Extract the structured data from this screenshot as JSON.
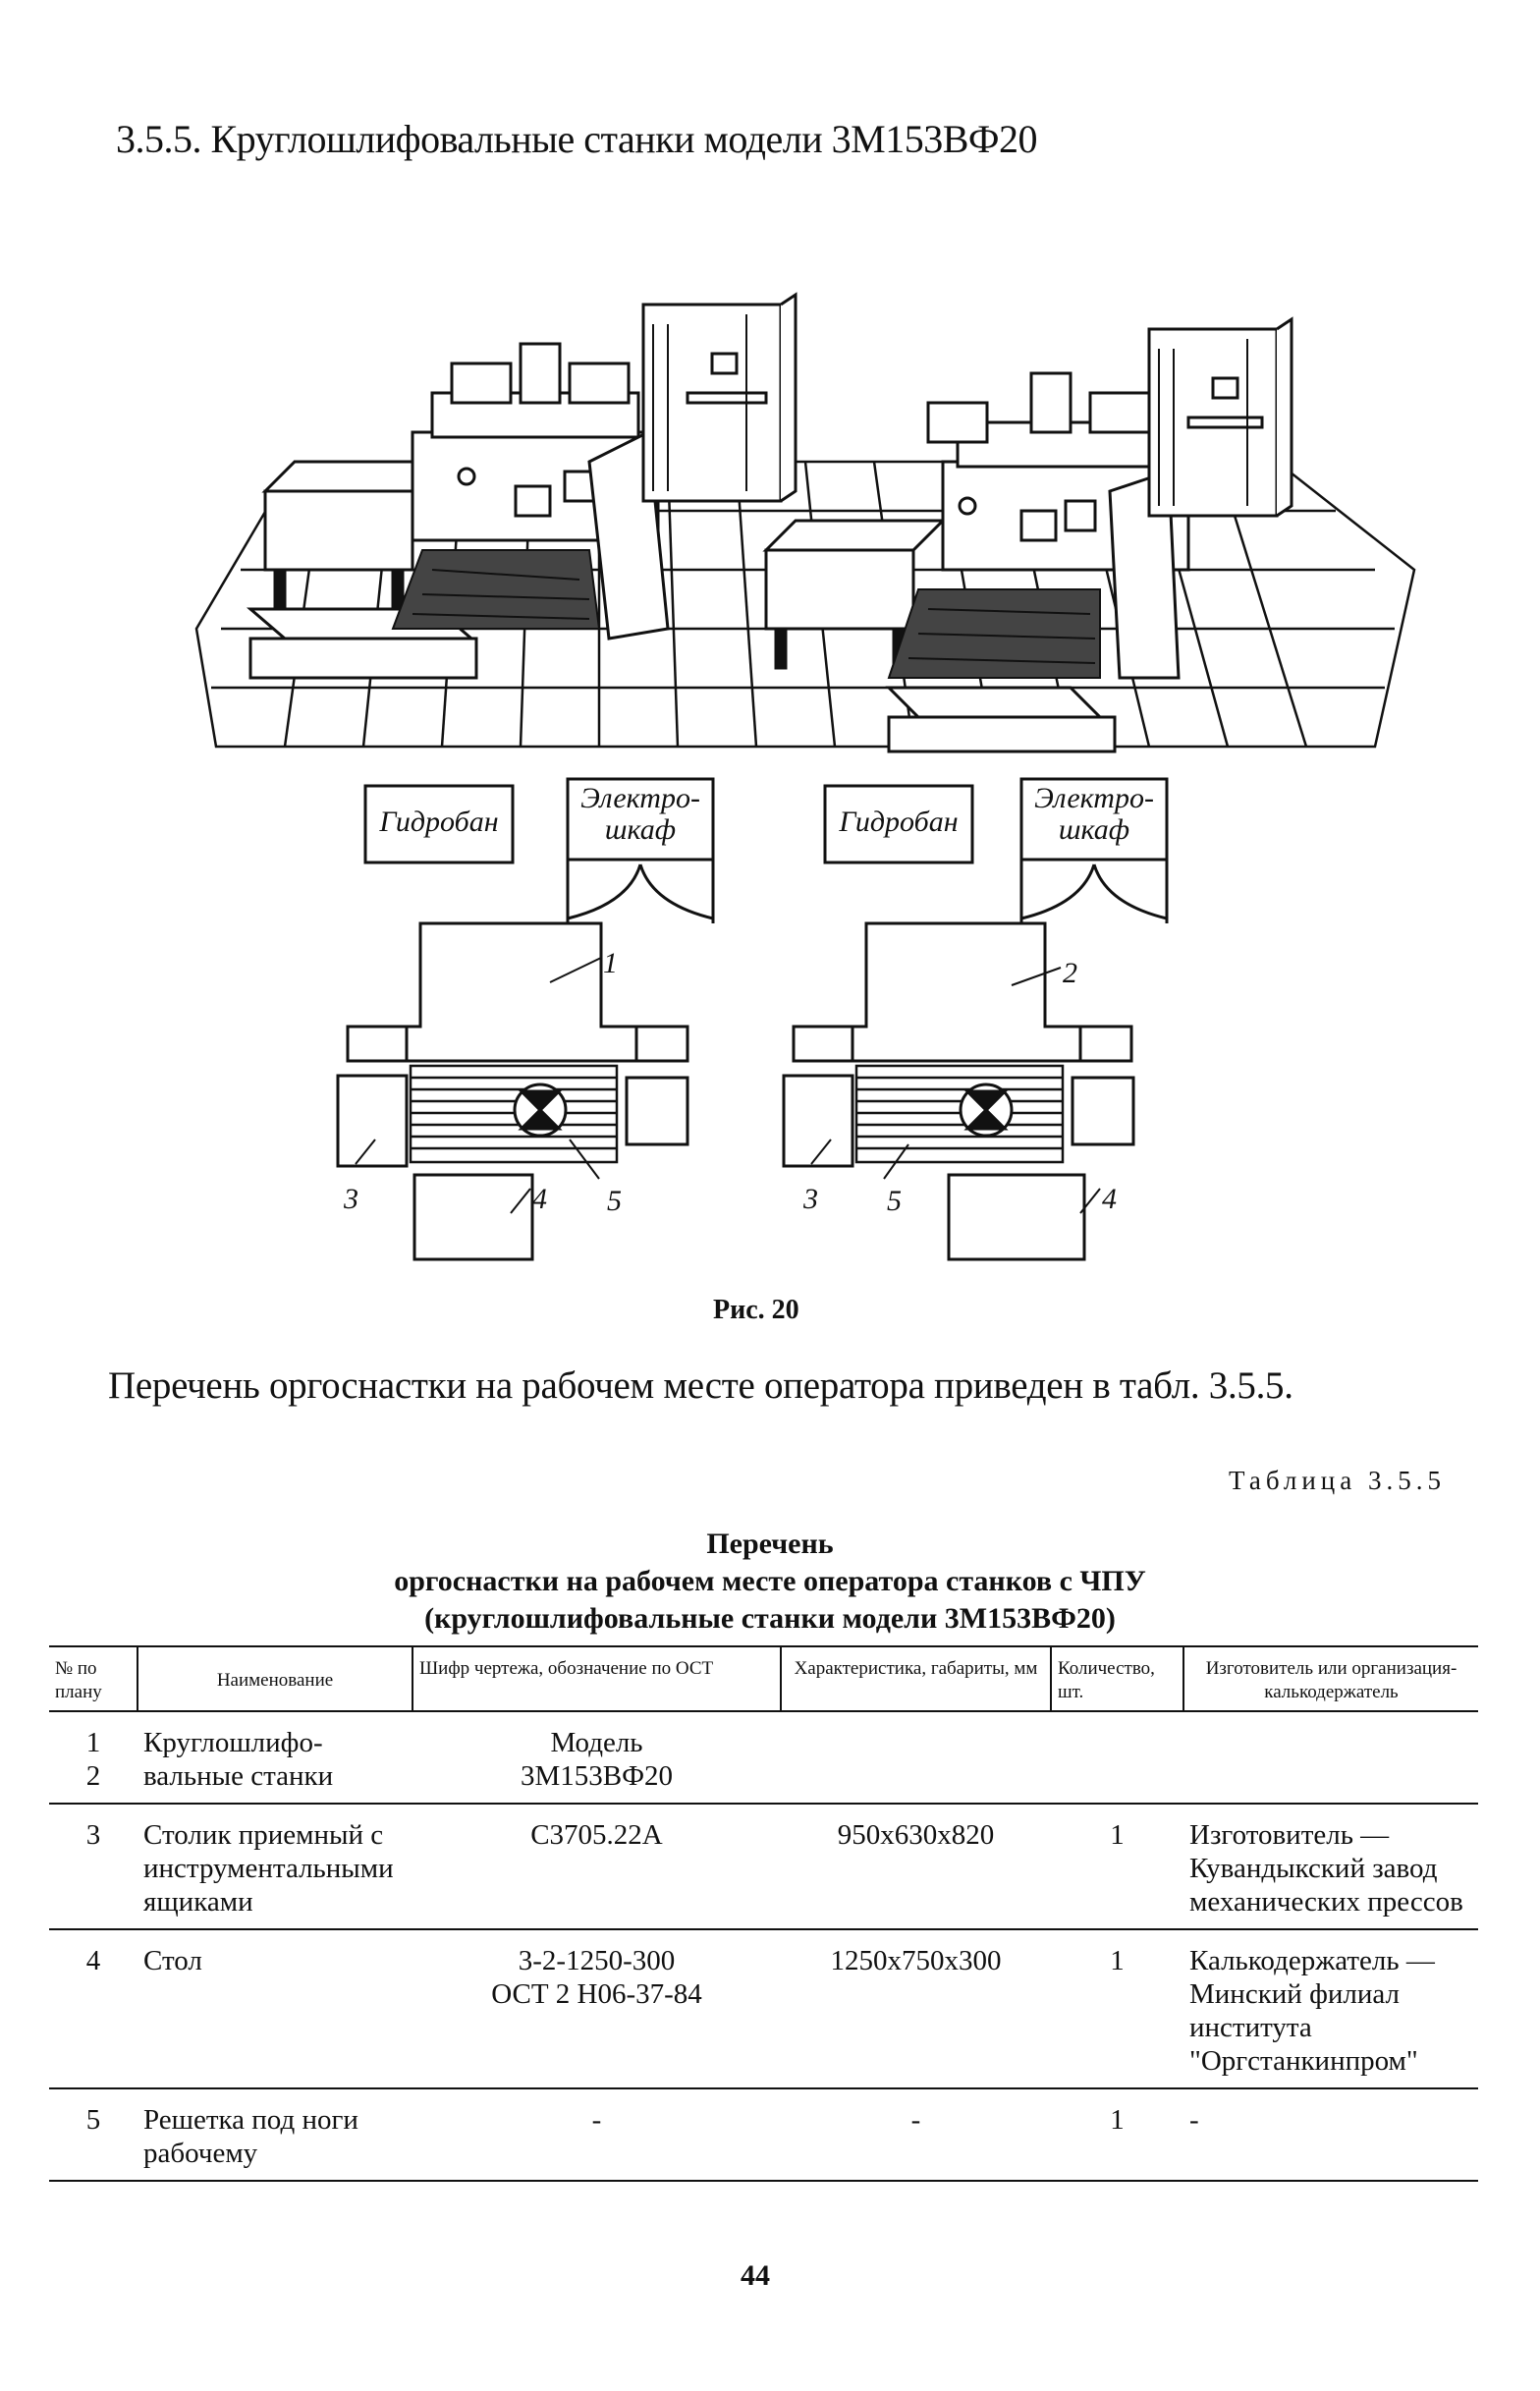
{
  "heading": "3.5.5. Круглошлифовальные станки модели 3М153ВФ20",
  "figure": {
    "caption": "Рис. 20",
    "plans": [
      {
        "hydro_label": "Гидробан",
        "cabinet_label_1": "Электро-",
        "cabinet_label_2": "шкаф",
        "callouts": [
          "1",
          "3",
          "4",
          "5"
        ]
      },
      {
        "hydro_label": "Гидробан",
        "cabinet_label_1": "Электро-",
        "cabinet_label_2": "шкаф",
        "callouts": [
          "2",
          "3",
          "5",
          "4"
        ]
      }
    ]
  },
  "intro": "Перечень оргоснастки на рабочем месте оператора приведен в табл. 3.5.5.",
  "table_label": "Таблица 3.5.5",
  "table_title": [
    "Перечень",
    "оргоснастки на рабочем месте оператора станков с ЧПУ",
    "(круглошлифовальные станки модели 3М153ВФ20)"
  ],
  "table": {
    "headers": [
      "№ по плану",
      "Наименование",
      "Шифр чертежа, обозначение по ОСТ",
      "Характеристика, габариты, мм",
      "Количество, шт.",
      "Изготовитель или организация-калькодержатель"
    ],
    "rows": [
      {
        "num": "1\n2",
        "name": "Круглошлифо-\nвальные станки",
        "code": "Модель\n3М153ВФ20",
        "dims": "",
        "qty": "",
        "maker": ""
      },
      {
        "num": "3",
        "name": "Столик приемный с инструментальными ящиками",
        "code": "С3705.22А",
        "dims": "950х630х820",
        "qty": "1",
        "maker": "Изготовитель —\nКувандыкский завод механических прессов"
      },
      {
        "num": "4",
        "name": "Стол",
        "code": "3-2-1250-300\nОСТ 2 Н06-37-84",
        "dims": "1250х750х300",
        "qty": "1",
        "maker": "Калькодержатель —\nМинский филиал института \"Оргстанкинпром\""
      },
      {
        "num": "5",
        "name": "Решетка под ноги рабочему",
        "code": "-",
        "dims": "-",
        "qty": "1",
        "maker": "-"
      }
    ]
  },
  "page_number": "44"
}
